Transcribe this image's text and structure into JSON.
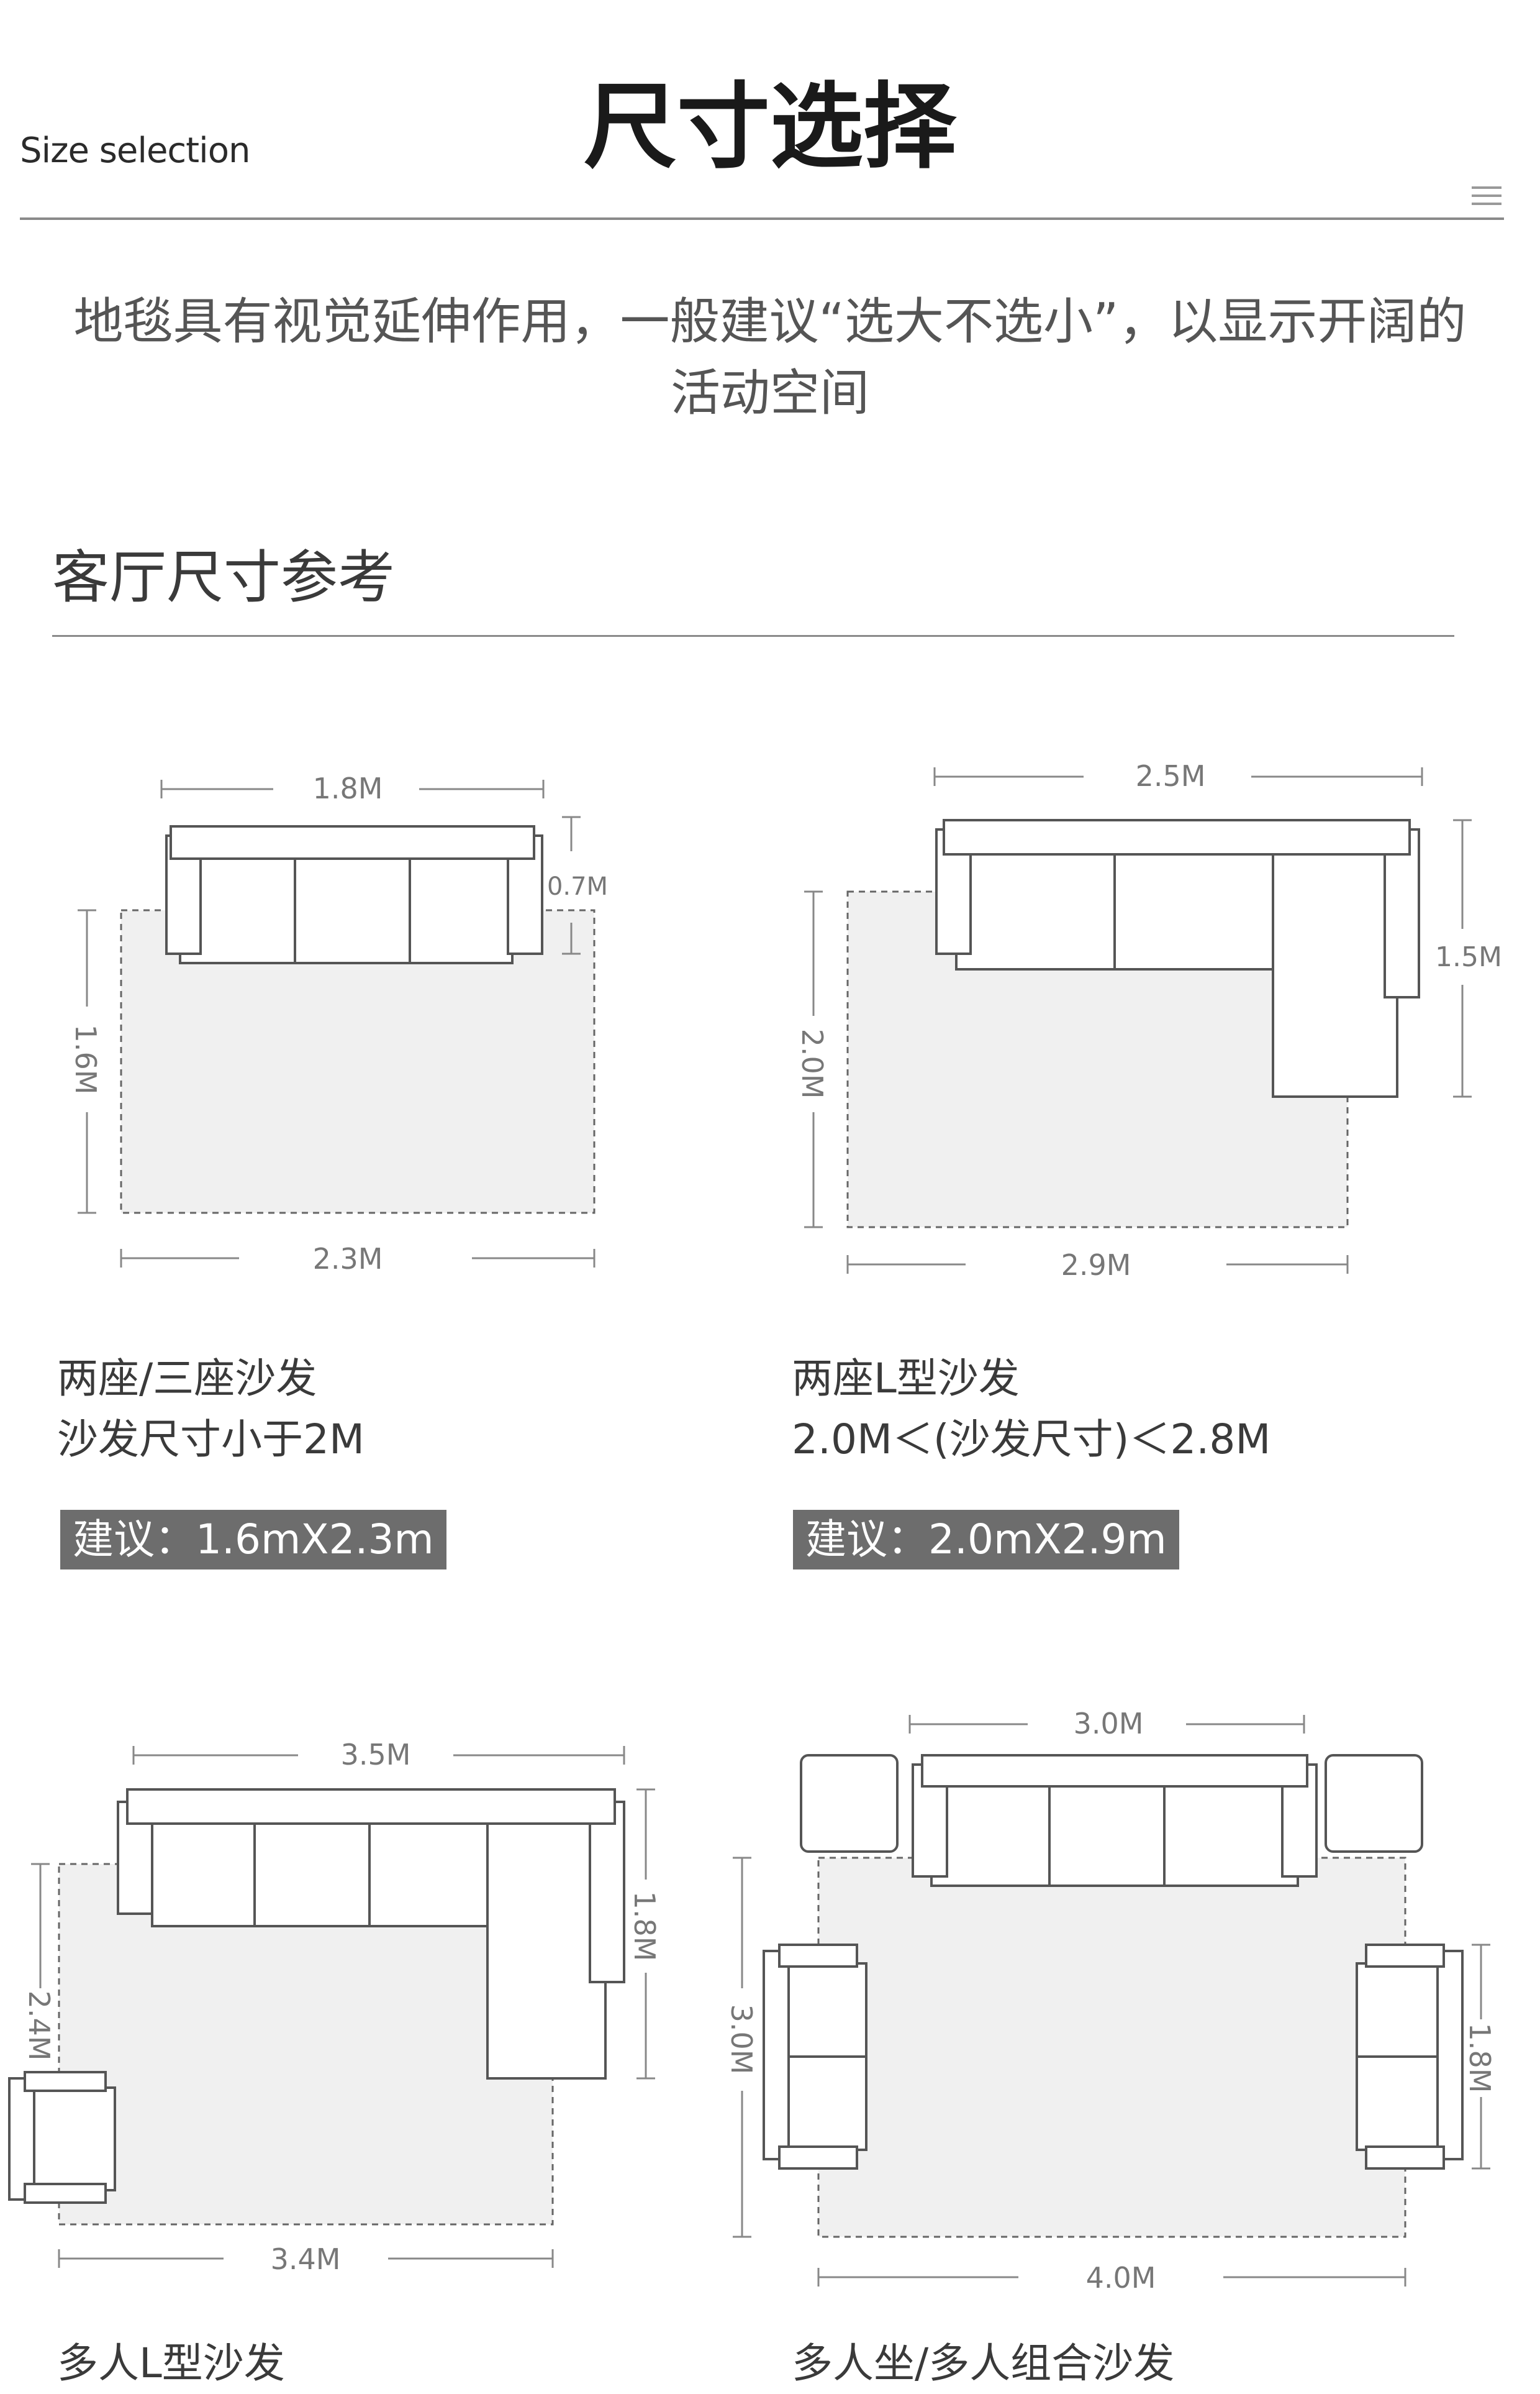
{
  "header": {
    "subtitle_en": "Size selection",
    "title_cn": "尺寸选择"
  },
  "intro": "地毯具有视觉延伸作用，一般建议“选大不选小”，以显示开阔的活动空间",
  "section_title": "客厅尺寸参考",
  "cards": [
    {
      "line1": "两座/三座沙发",
      "line2": "沙发尺寸小于2M",
      "suggestion": "建议：1.6mX2.3m",
      "dims": {
        "top": "1.8M",
        "depth": "0.7M",
        "side": "1.6M",
        "bottom": "2.3M"
      }
    },
    {
      "line1": "两座L型沙发",
      "line2": "2.0M＜(沙发尺寸)＜2.8M",
      "suggestion": "建议：2.0mX2.9m",
      "dims": {
        "top": "2.5M",
        "depth": "1.5M",
        "side": "2.0M",
        "bottom": "2.9M"
      }
    },
    {
      "line1": "多人L型沙发",
      "dims": {
        "top": "3.5M",
        "depth": "1.8M",
        "side": "2.4M",
        "bottom": "3.4M"
      }
    },
    {
      "line1": "多人坐/多人组合沙发",
      "dims": {
        "top": "3.0M",
        "depth": "1.8M",
        "side": "3.0M",
        "bottom": "4.0M"
      }
    }
  ],
  "colors": {
    "rug_fill": "#f0f0f0",
    "line": "#555555",
    "dim_line": "#888888",
    "suggest_bg": "#6d6d6d"
  }
}
